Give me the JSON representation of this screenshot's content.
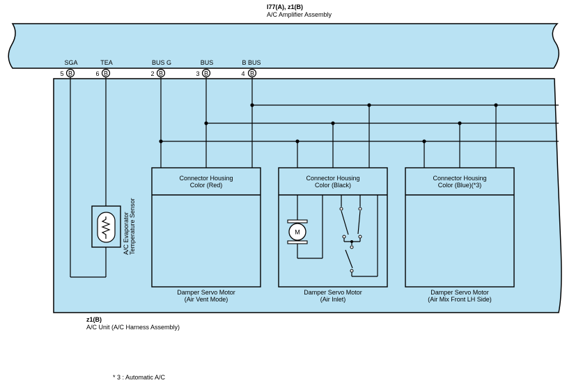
{
  "amplifier": {
    "connector": "I77(A), z1(B)",
    "name": "A/C Amplifier Assembly"
  },
  "unit": {
    "connector": "z1(B)",
    "name": "A/C Unit (A/C Harness Assembly)"
  },
  "pins": [
    {
      "signal": "SGA",
      "number": "5",
      "connector": "B"
    },
    {
      "signal": "TEA",
      "number": "6",
      "connector": "B"
    },
    {
      "signal": "BUS G",
      "number": "2",
      "connector": "B"
    },
    {
      "signal": "BUS",
      "number": "3",
      "connector": "B"
    },
    {
      "signal": "B BUS",
      "number": "4",
      "connector": "B"
    }
  ],
  "sensor": {
    "label_line1": "A/C Evaporator",
    "label_line2": "Temperature Sensor"
  },
  "motors": [
    {
      "housing_line1": "Connector Housing",
      "housing_line2": "Color (Red)",
      "name_line1": "Damper Servo Motor",
      "name_line2": "(Air Vent Mode)"
    },
    {
      "housing_line1": "Connector Housing",
      "housing_line2": "Color (Black)",
      "name_line1": "Damper Servo Motor",
      "name_line2": "(Air Inlet)"
    },
    {
      "housing_line1": "Connector Housing",
      "housing_line2": "Color (Blue)(*3)",
      "name_line1": "Damper Servo Motor",
      "name_line2": "(Air Mix Front LH Side)"
    }
  ],
  "motor_symbol": "M",
  "footnote": "* 3 : Automatic A/C",
  "colors": {
    "component_fill": "#b9e2f3",
    "line": "#000000"
  }
}
